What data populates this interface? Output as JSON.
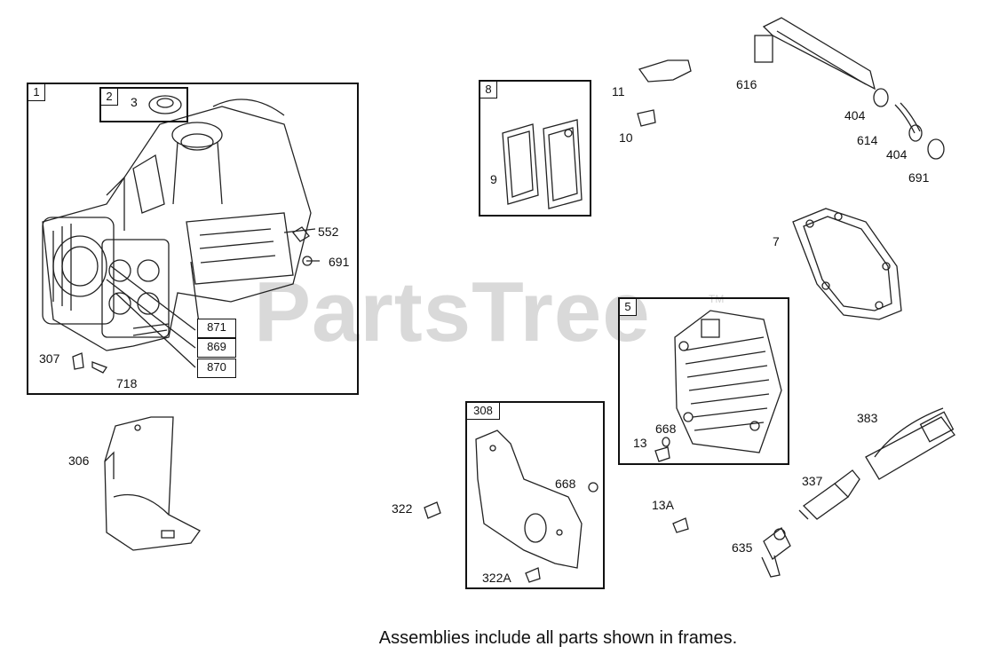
{
  "watermark": {
    "brand": "PartsTree",
    "mark": "TM"
  },
  "caption": "Assemblies include all parts shown in frames.",
  "frames": {
    "f1": "1",
    "f2": "2",
    "f5": "5",
    "f8": "8",
    "f308": "308"
  },
  "tags": {
    "t871": "871",
    "t869": "869",
    "t870": "870"
  },
  "labels": {
    "p3": "3",
    "p552": "552",
    "p691a": "691",
    "p307": "307",
    "p718": "718",
    "p306": "306",
    "p9": "9",
    "p11": "11",
    "p10": "10",
    "p616": "616",
    "p404a": "404",
    "p614": "614",
    "p404b": "404",
    "p691b": "691",
    "p7": "7",
    "p13": "13",
    "p668a": "668",
    "p383": "383",
    "p337": "337",
    "p322": "322",
    "p668b": "668",
    "p322a": "322A",
    "p13a": "13A",
    "p635": "635"
  }
}
